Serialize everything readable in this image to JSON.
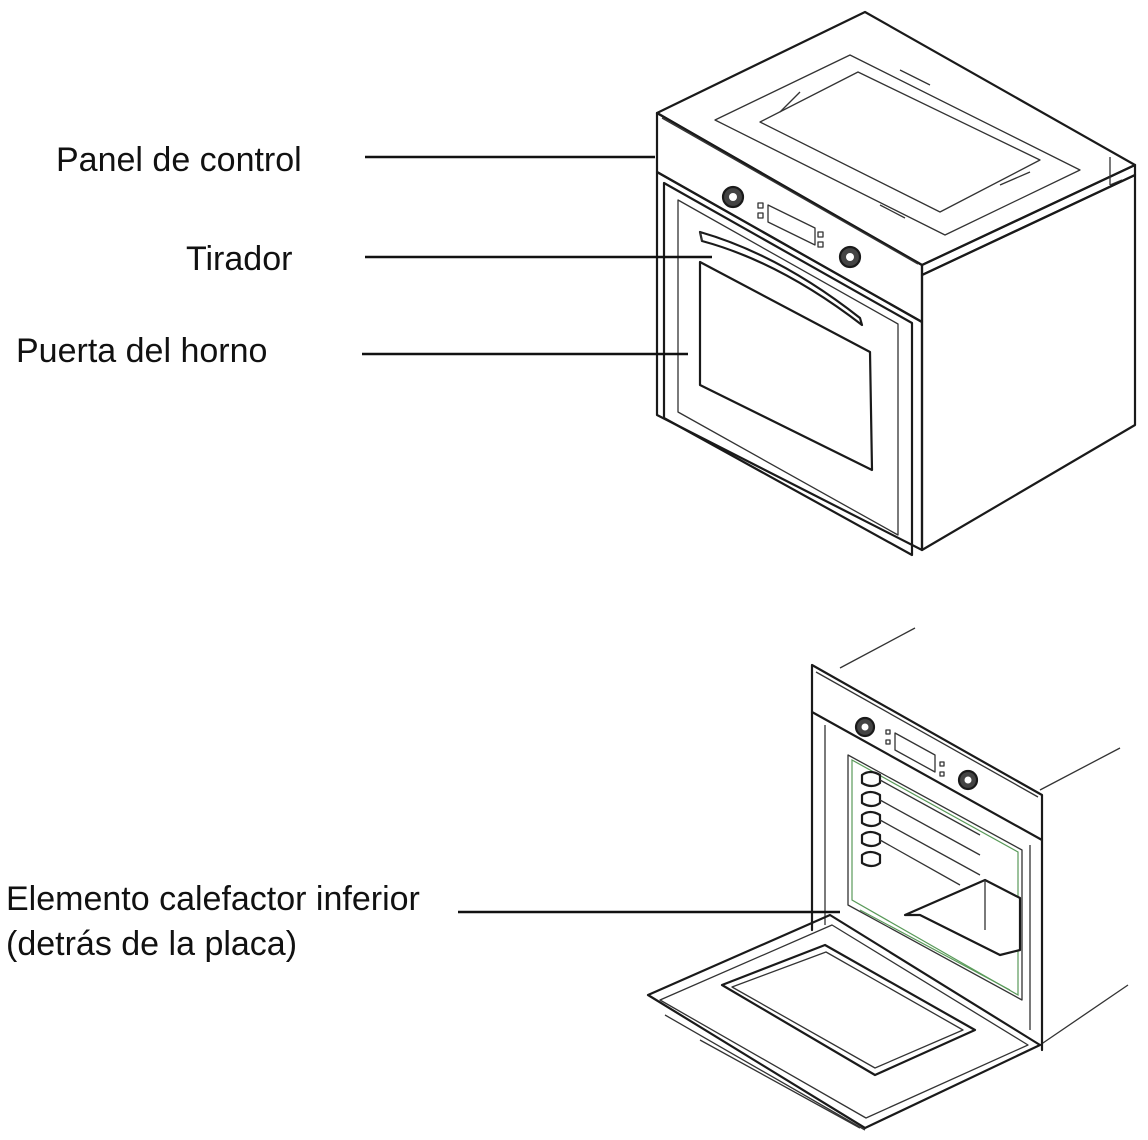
{
  "diagram": {
    "labels": {
      "control_panel": "Panel de control",
      "handle": "Tirador",
      "oven_door": "Puerta del horno",
      "bottom_heater_line1": "Elemento calefactor inferior",
      "bottom_heater_line2": "(detrás de la placa)"
    },
    "colors": {
      "line": "#1a1a1a",
      "accent_green": "#5a9a5a",
      "background": "#ffffff"
    }
  }
}
